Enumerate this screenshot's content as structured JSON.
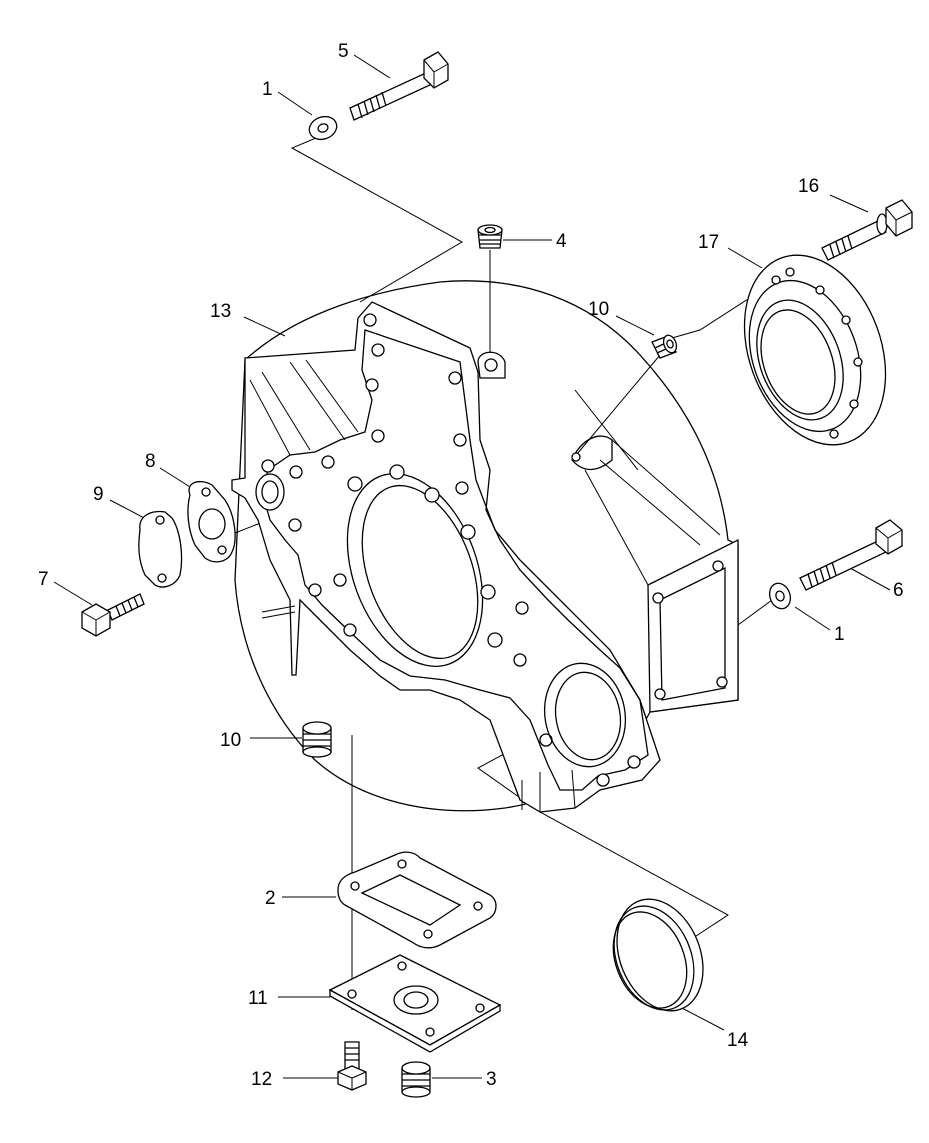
{
  "diagram": {
    "callouts": {
      "c1a": "1",
      "c5": "5",
      "c4": "4",
      "c13": "13",
      "c10a": "10",
      "c16": "16",
      "c17": "17",
      "c8": "8",
      "c9": "9",
      "c7": "7",
      "c6": "6",
      "c1b": "1",
      "c10b": "10",
      "c2": "2",
      "c11": "11",
      "c12": "12",
      "c3": "3",
      "c14": "14"
    },
    "colors": {
      "line": "#000000",
      "background": "#ffffff"
    }
  }
}
